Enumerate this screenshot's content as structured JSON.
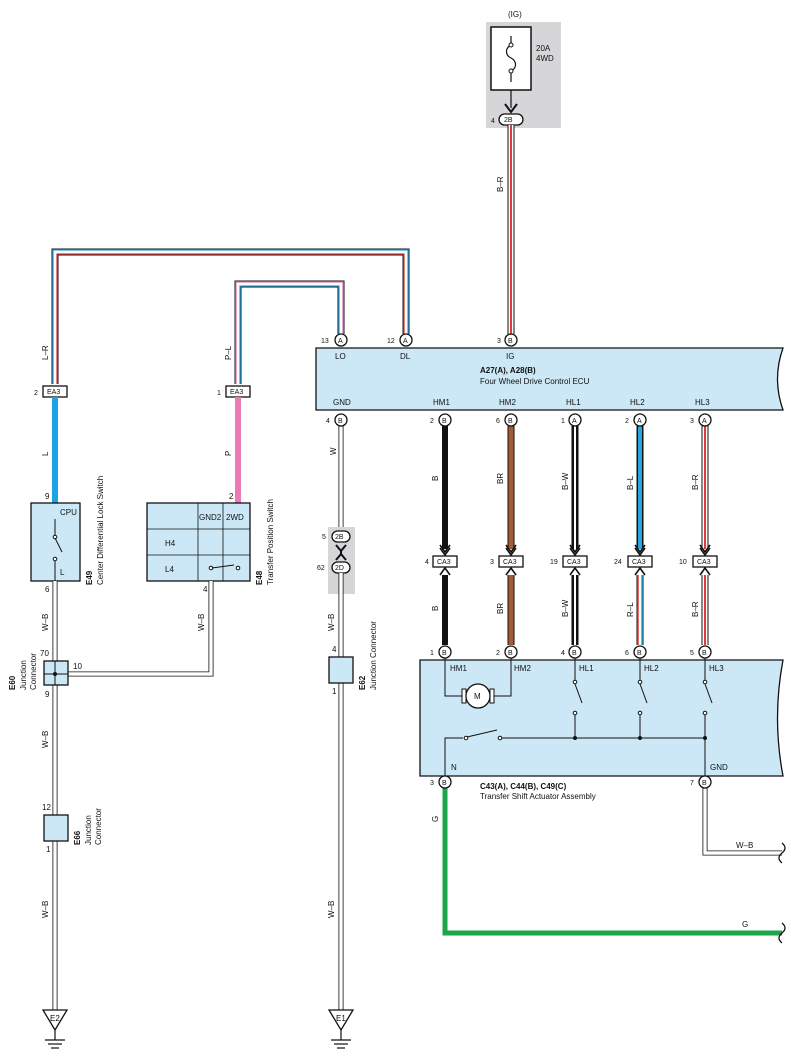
{
  "fuse": {
    "header": "(IG)",
    "amp": "20A",
    "name": "4WD",
    "pin": "4",
    "connector": "2B"
  },
  "ecu": {
    "id": "A27(A), A28(B)",
    "name": "Four Wheel Drive Control ECU",
    "top_pins": [
      {
        "num": "13",
        "conn": "A",
        "label": "LO"
      },
      {
        "num": "12",
        "conn": "A",
        "label": "DL"
      },
      {
        "num": "3",
        "conn": "B",
        "label": "IG"
      }
    ],
    "bottom_pins": [
      {
        "num": "4",
        "conn": "B",
        "label": "GND"
      },
      {
        "num": "2",
        "conn": "B",
        "label": "HM1"
      },
      {
        "num": "6",
        "conn": "B",
        "label": "HM2"
      },
      {
        "num": "1",
        "conn": "A",
        "label": "HL1"
      },
      {
        "num": "2",
        "conn": "A",
        "label": "HL2"
      },
      {
        "num": "3",
        "conn": "A",
        "label": "HL3"
      }
    ]
  },
  "wires": {
    "br": "B–R",
    "lr": "L–R",
    "pl": "P–L",
    "l": "L",
    "p": "P",
    "w": "W",
    "wb": "W–B",
    "b": "B",
    "brown": "BR",
    "bw": "B–W",
    "bl": "B–L",
    "rl": "R–L",
    "g": "G"
  },
  "ea3": {
    "label": "EA3",
    "pin_left": "2",
    "pin_mid": "1"
  },
  "ca3": {
    "label": "CA3",
    "pins": [
      "4",
      "3",
      "19",
      "24",
      "10"
    ]
  },
  "lock_switch": {
    "id": "E49",
    "name": "Center Differential Lock Switch",
    "pin_top": "9",
    "pin_bottom": "6",
    "cpu": "CPU",
    "l": "L"
  },
  "transfer_switch": {
    "id": "E48",
    "name": "Transfer Position Switch",
    "pin_top": "2",
    "pin_bottom": "4",
    "gnd2": "GND2",
    "twowd": "2WD",
    "h4": "H4",
    "l4": "L4"
  },
  "junction_2b2d": {
    "top_pin": "5",
    "top_conn": "2B",
    "bottom_pin": "62",
    "bottom_conn": "2D"
  },
  "e60": {
    "id": "E60",
    "name1": "Junction",
    "name2": "Connector",
    "pin_top": "70",
    "pin_right": "10",
    "pin_bottom": "9"
  },
  "e66": {
    "id": "E66",
    "name1": "Junction",
    "name2": "Connector",
    "pin_top": "12",
    "pin_bottom": "1"
  },
  "e62": {
    "id": "E62",
    "name": "Junction Connector",
    "pin_top": "4",
    "pin_bottom": "1"
  },
  "actuator": {
    "id": "C43(A), C44(B), C49(C)",
    "name": "Transfer Shift Actuator Assembly",
    "top_pins": [
      {
        "num": "1",
        "conn": "B",
        "label": "HM1"
      },
      {
        "num": "2",
        "conn": "B",
        "label": "HM2"
      },
      {
        "num": "4",
        "conn": "B",
        "label": "HL1"
      },
      {
        "num": "6",
        "conn": "B",
        "label": "HL2"
      },
      {
        "num": "5",
        "conn": "B",
        "label": "HL3"
      }
    ],
    "motor": "M",
    "n_pin": {
      "num": "3",
      "conn": "B",
      "label": "N"
    },
    "gnd_pin": {
      "num": "7",
      "conn": "B",
      "label": "GND"
    }
  },
  "grounds": {
    "e2": "E2",
    "e1": "E1"
  }
}
